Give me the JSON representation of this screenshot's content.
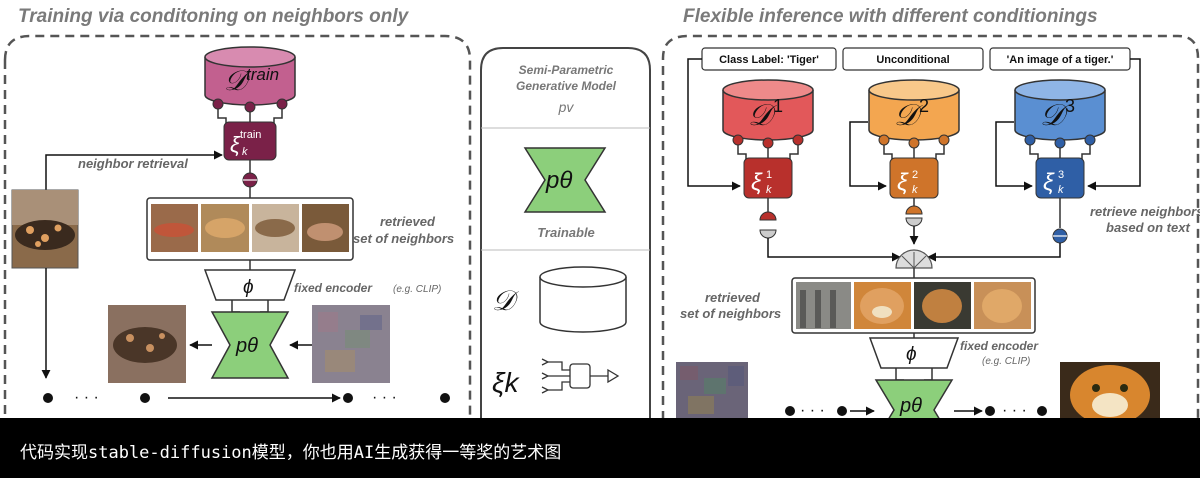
{
  "left_panel": {
    "title": "Training via conditoning on neighbors only",
    "decoder_label": "𝒟",
    "decoder_sup": "train",
    "xi_label": "ξ",
    "xi_sub": "k",
    "xi_sup": "train",
    "neighbor_retrieval": "neighbor retrieval",
    "retrieved_line1": "retrieved",
    "retrieved_line2": "set of neighbors",
    "phi": "ϕ",
    "fixed_encoder": "fixed encoder",
    "fixed_encoder_note": "(e.g. CLIP)",
    "p_theta": "pθ",
    "dots": "· · ·"
  },
  "middle_panel": {
    "title_line1": "Semi-Parametric",
    "title_line2": "Generative Model",
    "pv": "pv",
    "p_theta": "pθ",
    "trainable": "Trainable",
    "d_symbol": "𝒟",
    "xi_symbol": "ξk"
  },
  "right_panel": {
    "title": "Flexible inference with different conditionings",
    "cond1": "Class Label: 'Tiger'",
    "cond2": "Unconditional",
    "cond3": "'An image of a tiger.'",
    "d1": "𝒟",
    "d1_sup": "1",
    "d2": "𝒟",
    "d2_sup": "2",
    "d3": "𝒟",
    "d3_sup": "3",
    "xi1_sup": "1",
    "xi2_sup": "2",
    "xi3_sup": "3",
    "xi": "ξ",
    "xi_sub": "k",
    "retrieved_line1": "retrieved",
    "retrieved_line2": "set of neighbors",
    "retrieve_text_line1": "retrieve neighbors",
    "retrieve_text_line2": "based on text",
    "phi": "ϕ",
    "fixed_encoder": "fixed encoder",
    "fixed_encoder_note": "(e.g. CLIP)",
    "p_theta": "pθ",
    "dots": "· · ·"
  },
  "caption": "代码实现stable-diffusion模型，你也用AI生成获得一等奖的艺术图",
  "colors": {
    "decoder_train": "#c2608f",
    "xi_train": "#7a2148",
    "d1": "#e2585a",
    "xi1": "#b8302c",
    "d2": "#f3a650",
    "xi2": "#cf742a",
    "d3": "#5a8fd2",
    "xi3": "#2f5fa6",
    "p_theta": "#8ccf7b",
    "title_gray": "#7a7a7a"
  }
}
